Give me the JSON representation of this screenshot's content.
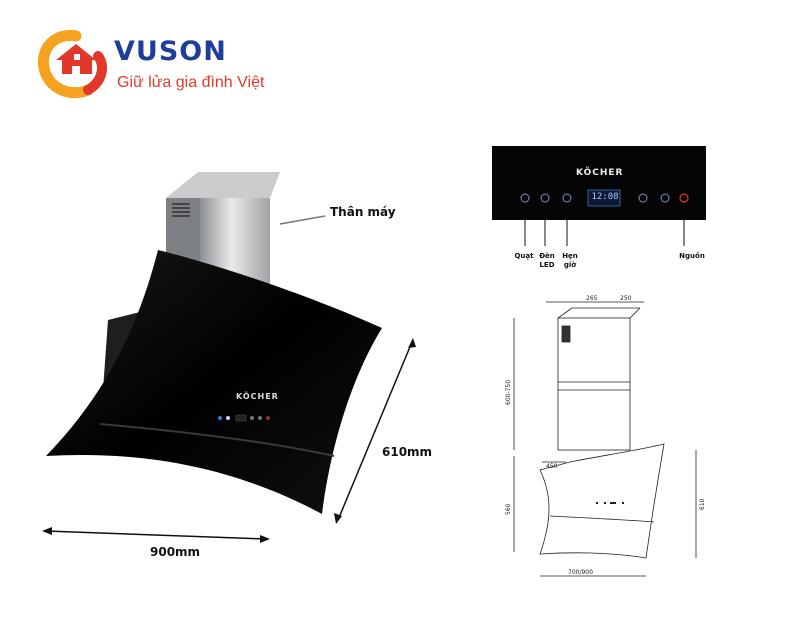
{
  "brand": {
    "name": "VUSON",
    "slogan": "Giữ lửa gia đình Việt",
    "colors": {
      "blue": "#1f3e9a",
      "red": "#e2382b",
      "orange": "#f4a21f"
    }
  },
  "product": {
    "logo": "KÖCHER",
    "body_label": "Thân máy",
    "height_label": "610mm",
    "width_label": "900mm"
  },
  "panel": {
    "display": "12:08",
    "labels": {
      "fan": "Quạt",
      "led_line1": "Đèn",
      "led_line2": "LED",
      "timer_line1": "Hẹn",
      "timer_line2": "giờ",
      "power": "Nguồn"
    }
  },
  "drawing": {
    "dim_top_a": "265",
    "dim_top_b": "250",
    "dim_chimney": "600-750",
    "dim_depth": "450",
    "dim_left_low": "560",
    "dim_right": "610",
    "dim_bottom": "700/900"
  }
}
